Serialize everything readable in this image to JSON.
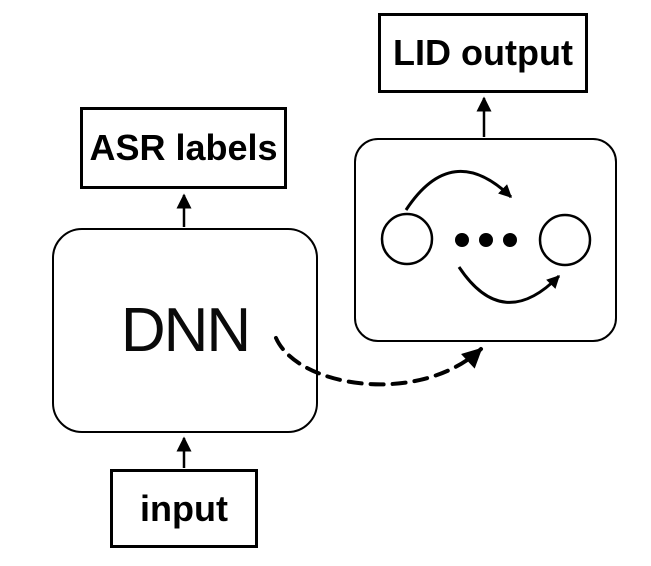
{
  "diagram": {
    "background_color": "#ffffff",
    "line_color": "#000000",
    "boxes": {
      "lid_output": {
        "label": "LID output"
      },
      "asr_labels": {
        "label": "ASR labels"
      },
      "dnn": {
        "label": "DNN"
      },
      "input": {
        "label": "input"
      }
    },
    "icons": {
      "ellipsis_dots": "•••",
      "recurrent_top_arrow": "curved-arrow-clockwise",
      "recurrent_bottom_arrow": "curved-arrow-up-right"
    },
    "connections": [
      {
        "from": "input",
        "to": "dnn",
        "style": "solid-arrow"
      },
      {
        "from": "dnn",
        "to": "asr_labels",
        "style": "solid-arrow"
      },
      {
        "from": "rnn",
        "to": "lid_output",
        "style": "solid-arrow"
      },
      {
        "from": "dnn",
        "to": "rnn",
        "style": "dashed-arrow"
      }
    ]
  }
}
